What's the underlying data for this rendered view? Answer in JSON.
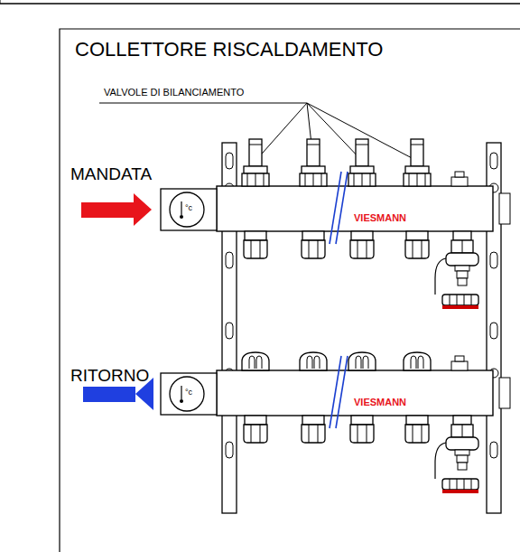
{
  "diagram": {
    "title": "COLLETTORE RISCALDAMENTO",
    "labels": [
      "VALVOLE DI BILANCIAMENTO",
      "MANDATA",
      "RITORNO",
      "VIESMANN",
      "VIESMANN",
      "°c",
      "°c"
    ]
  }
}
